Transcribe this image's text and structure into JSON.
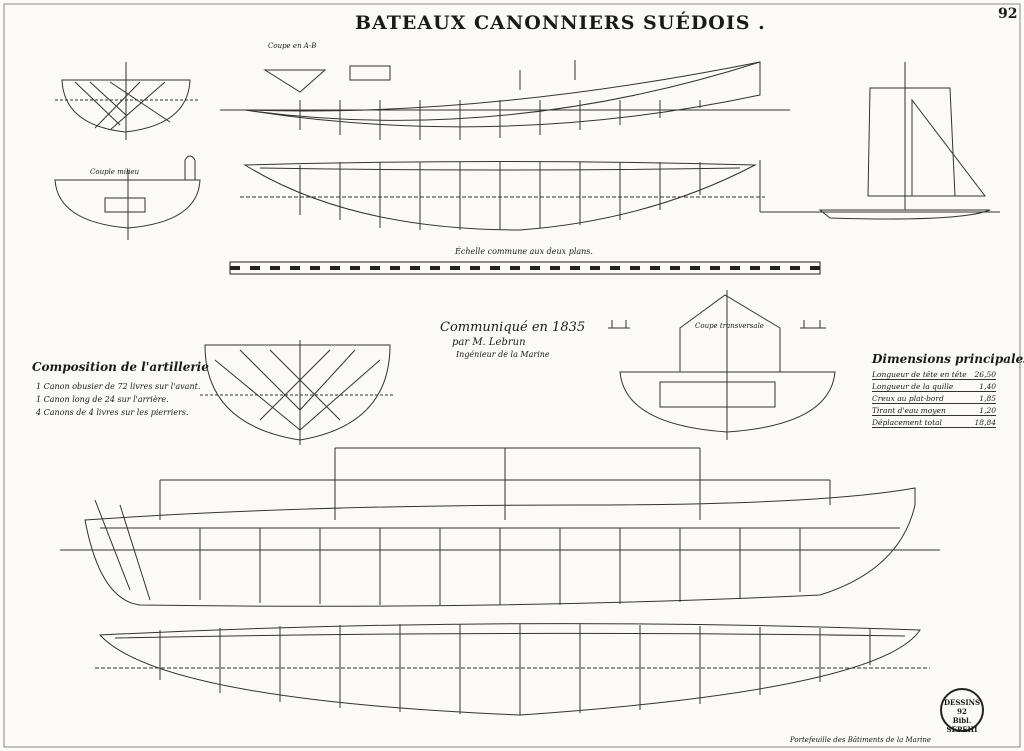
{
  "title": "BATEAUX CANONNIERS SUÉDOIS .",
  "plate_number": "92",
  "scale_caption": "Échelle commune aux deux plans.",
  "communication": {
    "line1": "Communiqué en 1835",
    "line2": "par M. Lebrun",
    "line3": "Ingénieur de la Marine"
  },
  "artillery": {
    "title": "Composition de l'artillerie",
    "items": [
      "1 Canon obusier de 72 livres sur l'avant.",
      "1 Canon long de 24 sur l'arrière.",
      "4 Canons de 4 livres sur les pierriers."
    ]
  },
  "dimensions": {
    "title": "Dimensions principales",
    "rows": [
      {
        "label": "Longueur de tête en tête",
        "value": "26,50"
      },
      {
        "label": "Longueur de la quille",
        "value": "1,40"
      },
      {
        "label": "Creux au plat-bord",
        "value": "1,85"
      },
      {
        "label": "Tirant d'eau moyen",
        "value": "1,20"
      },
      {
        "label": "Déplacement total",
        "value": "18,84"
      }
    ]
  },
  "labels": {
    "couple_milieu": "Couple milieu",
    "coupe": "Coupe en A-B",
    "coupe_transversale": "Coupe transversale"
  },
  "stamp": {
    "line1": "DESSINS",
    "line2": "92",
    "line3": "Bibl. SEPEHI"
  },
  "footer": "Portefeuille des Bâtiments de la Marine"
}
